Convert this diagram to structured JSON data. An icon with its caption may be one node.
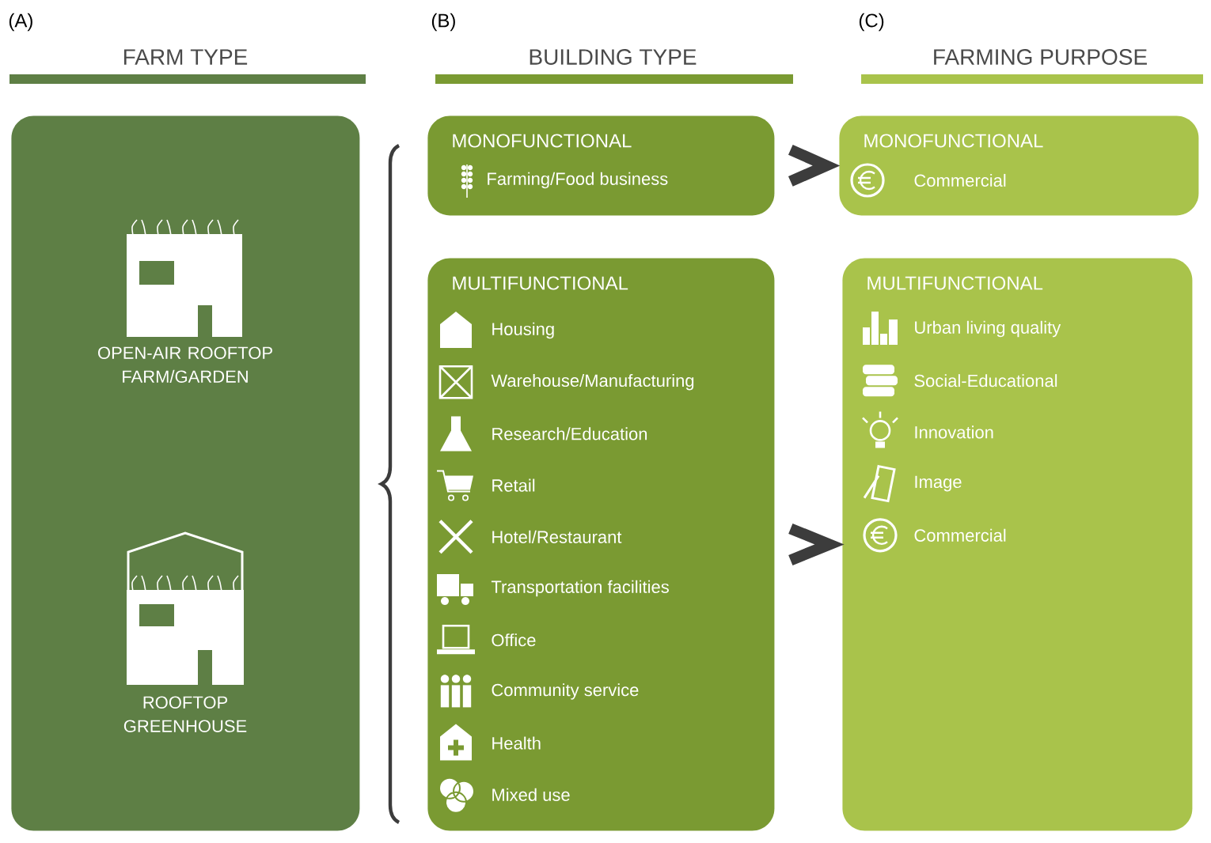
{
  "diagram": {
    "nodes": [
      {
        "text": [
          "OPEN-AIR ROOFTOP FARM/GARDEN",
          "ROOFTOP GREENHOUSE"
        ]
      },
      {
        "text": [
          "MONOFUNCTIONAL",
          "Farming/Food business"
        ]
      },
      {
        "text": [
          "MONOFUNCTIONAL",
          "Commercial"
        ]
      },
      {
        "text": [
          "MULTIFUNCTIONAL",
          "Housing",
          "Warehouse/Manufacturing",
          "Research/Education",
          "Retail",
          "Hotel/Restaurant",
          "Transportation facilities",
          "Office",
          "Community service",
          "Health",
          "Mixed use"
        ]
      },
      {
        "text": [
          "MULTIFUNCTIONAL",
          "Urban living quality",
          "Social-Educational",
          "Innovation",
          "Image",
          "Commercial"
        ]
      }
    ],
    "edges": [
      {
        "from": 1,
        "to": 2,
        "arrow": "to"
      },
      {
        "from": 3,
        "to": 4,
        "arrow": "to"
      }
    ],
    "labels": [
      "(A)",
      "FARM TYPE",
      "(B)",
      "BUILDING TYPE",
      "(C)",
      "FARMING PURPOSE"
    ]
  }
}
